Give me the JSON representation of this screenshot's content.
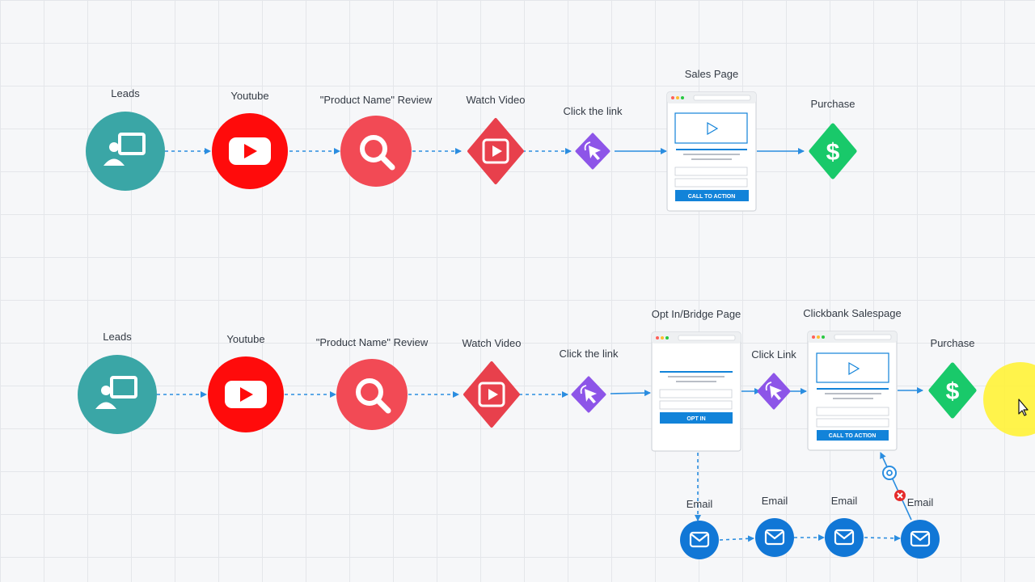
{
  "colors": {
    "teal": "#3aa6a6",
    "youtube_red": "#ff0b0b",
    "search_red": "#f24a55",
    "video_red": "#e8404c",
    "purple": "#8d55e8",
    "green": "#19c96a",
    "blue": "#1177d6",
    "arrow_blue": "#2a8de0",
    "cta_blue": "#1283d9",
    "highlight": "#fff23c"
  },
  "top_funnel": {
    "leads": "Leads",
    "youtube": "Youtube",
    "review": "\"Product Name\" Review",
    "watch_video": "Watch Video",
    "click_link": "Click the link",
    "sales_page": "Sales Page",
    "sales_page_cta": "CALL TO ACTION",
    "purchase": "Purchase"
  },
  "bottom_funnel": {
    "leads": "Leads",
    "youtube": "Youtube",
    "review": "\"Product Name\" Review",
    "watch_video": "Watch Video",
    "click_link": "Click the link",
    "optin_page": "Opt In/Bridge Page",
    "optin_button": "OPT IN",
    "click_link_2": "Click Link",
    "clickbank_page": "Clickbank Salespage",
    "clickbank_cta": "CALL TO ACTION",
    "purchase": "Purchase",
    "emails": [
      "Email",
      "Email",
      "Email",
      "Email"
    ]
  },
  "icons": [
    "presentation-icon",
    "youtube-icon",
    "search-icon",
    "video-play-icon",
    "cursor-click-icon",
    "dollar-icon",
    "email-icon",
    "gear-icon",
    "close-icon",
    "mouse-pointer-icon"
  ]
}
